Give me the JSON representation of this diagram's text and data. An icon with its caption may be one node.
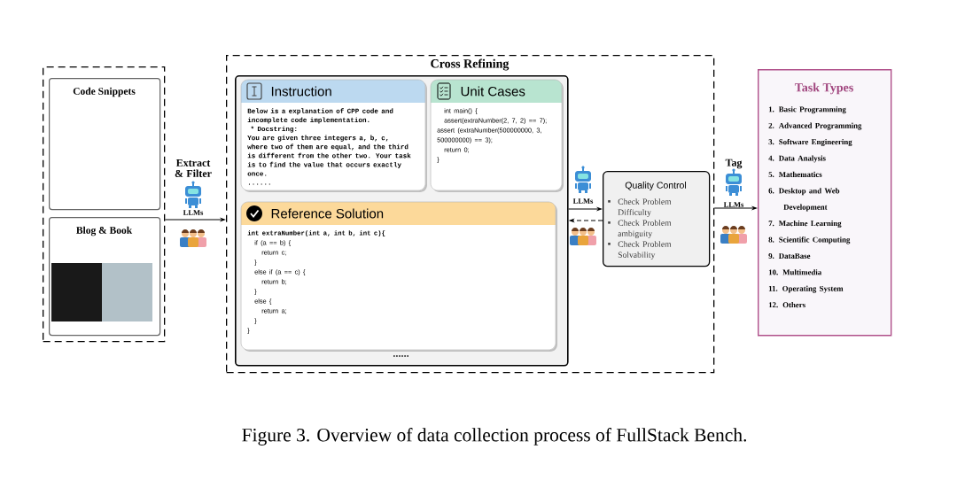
{
  "diagram": {
    "caption": "Figure 3. Overview of data collection process of FullStack Bench.",
    "nodes": [
      {
        "text": [],
        "shape": "box"
      },
      {
        "text": [
          "Code Snippets"
        ],
        "in": 0
      },
      {
        "text": [
          "Blog & Book"
        ],
        "in": 0
      },
      {
        "text": [
          "Cross Refining"
        ]
      },
      {
        "text": [
          "......"
        ],
        "in": 3
      },
      {
        "text": [
          "Instruction",
          "Below is a explanation of CPP code and incomplete code implementation.",
          " * Docstring:",
          "You are given three integers a, b, c, where two of them are equal, and the third is different from the other two. Your task is to find the value that occurs exactly once.",
          "......"
        ],
        "in": 4
      },
      {
        "text": [
          "Unit Cases",
          "int main() {",
          "assert(extraNumber(2, 7, 2) == 7);",
          "assert (extraNumber(500000000, 3, 500000000) == 3);",
          "return 0;",
          "}"
        ],
        "in": 4
      },
      {
        "text": [
          "Reference Solution",
          "int extraNumber(int a, int b, int c){",
          "if (a == b) {",
          "return c;",
          "}",
          "else if (a == c) {",
          "return b;",
          "}",
          "else {",
          "return a;",
          "}",
          "}"
        ],
        "in": 4
      },
      {
        "text": [
          "Quality Control",
          "Check Problem Difficulty",
          "Check Problem ambiguity",
          "Check Problem Solvability"
        ],
        "in": 3
      },
      {
        "text": [
          "Task Types",
          "1. Basic Programming",
          "2. Advanced Programming",
          "3. Software Engineering",
          "4. Data Analysis",
          "5. Mathematics",
          "6. Desktop and Web Development",
          "7. Machine Learning",
          "8. Scientific Computing",
          "9. DataBase",
          "10. Multimedia",
          "11. Operating System",
          "12. Others"
        ]
      }
    ],
    "edges": [
      {
        "from": 0,
        "to": 3,
        "arrow": "to",
        "label": "Extract & Filter"
      },
      {
        "from": 4,
        "to": 8,
        "arrow": "to"
      },
      {
        "from": 8,
        "to": 4,
        "arrow": "to",
        "style": "dashed"
      },
      {
        "from": 3,
        "to": 9,
        "arrow": "to",
        "label": "Tag"
      }
    ],
    "labels": [
      "LLMs",
      "LLMs",
      "LLMs"
    ]
  }
}
